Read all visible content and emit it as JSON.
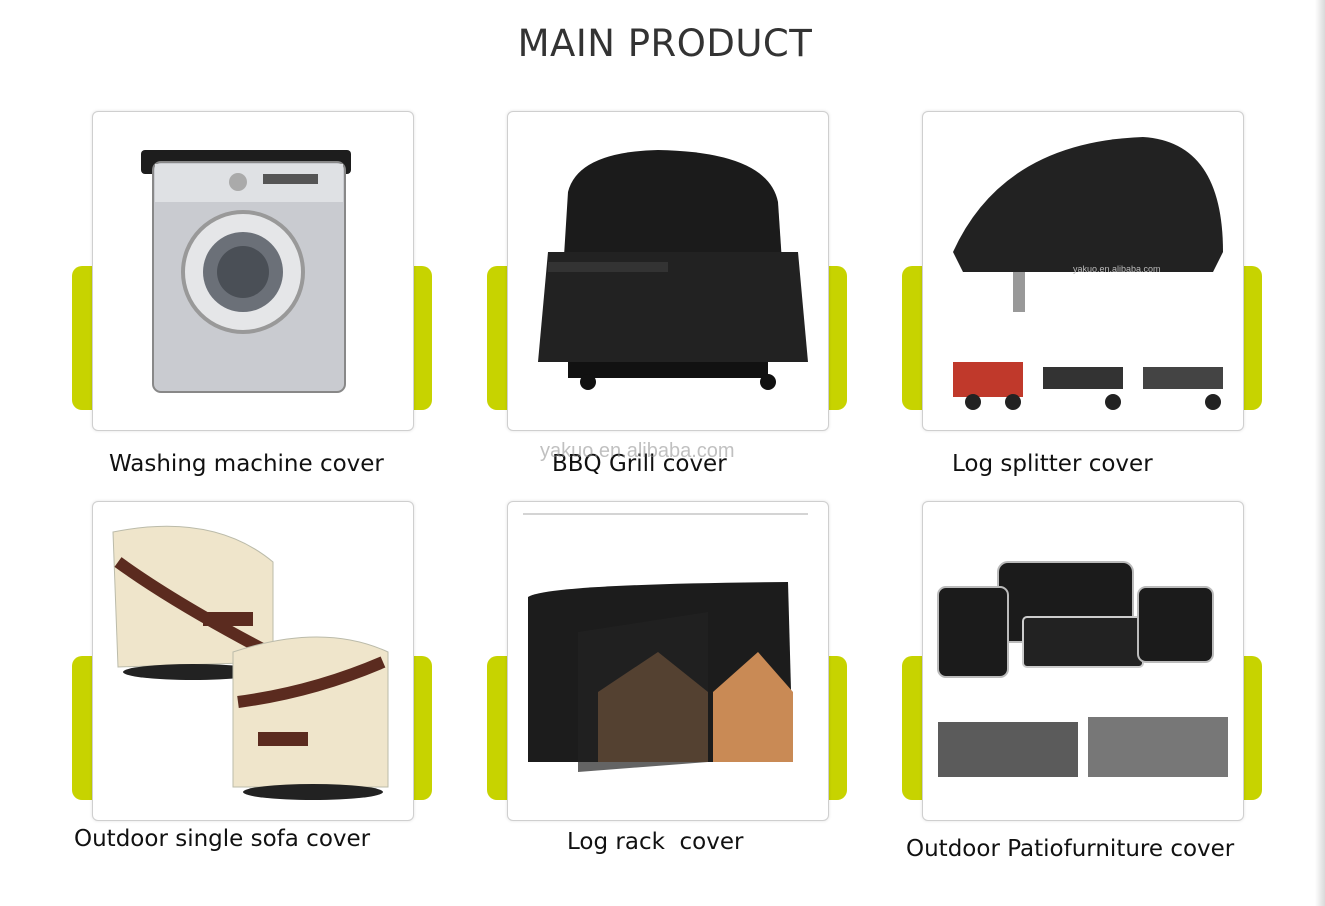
{
  "page": {
    "title": "MAIN PRODUCT",
    "watermark": "yakuo.en.alibaba.com",
    "accent_color": "#c7d300"
  },
  "products": [
    {
      "caption": "Washing machine cover"
    },
    {
      "caption": "BBQ Grill cover"
    },
    {
      "caption": "Log splitter cover",
      "image_watermark": "yakuo.en.alibaba.com"
    },
    {
      "caption": "Outdoor single sofa cover"
    },
    {
      "caption": "Log rack  cover"
    },
    {
      "caption": "Outdoor Patiofurniture cover"
    }
  ]
}
